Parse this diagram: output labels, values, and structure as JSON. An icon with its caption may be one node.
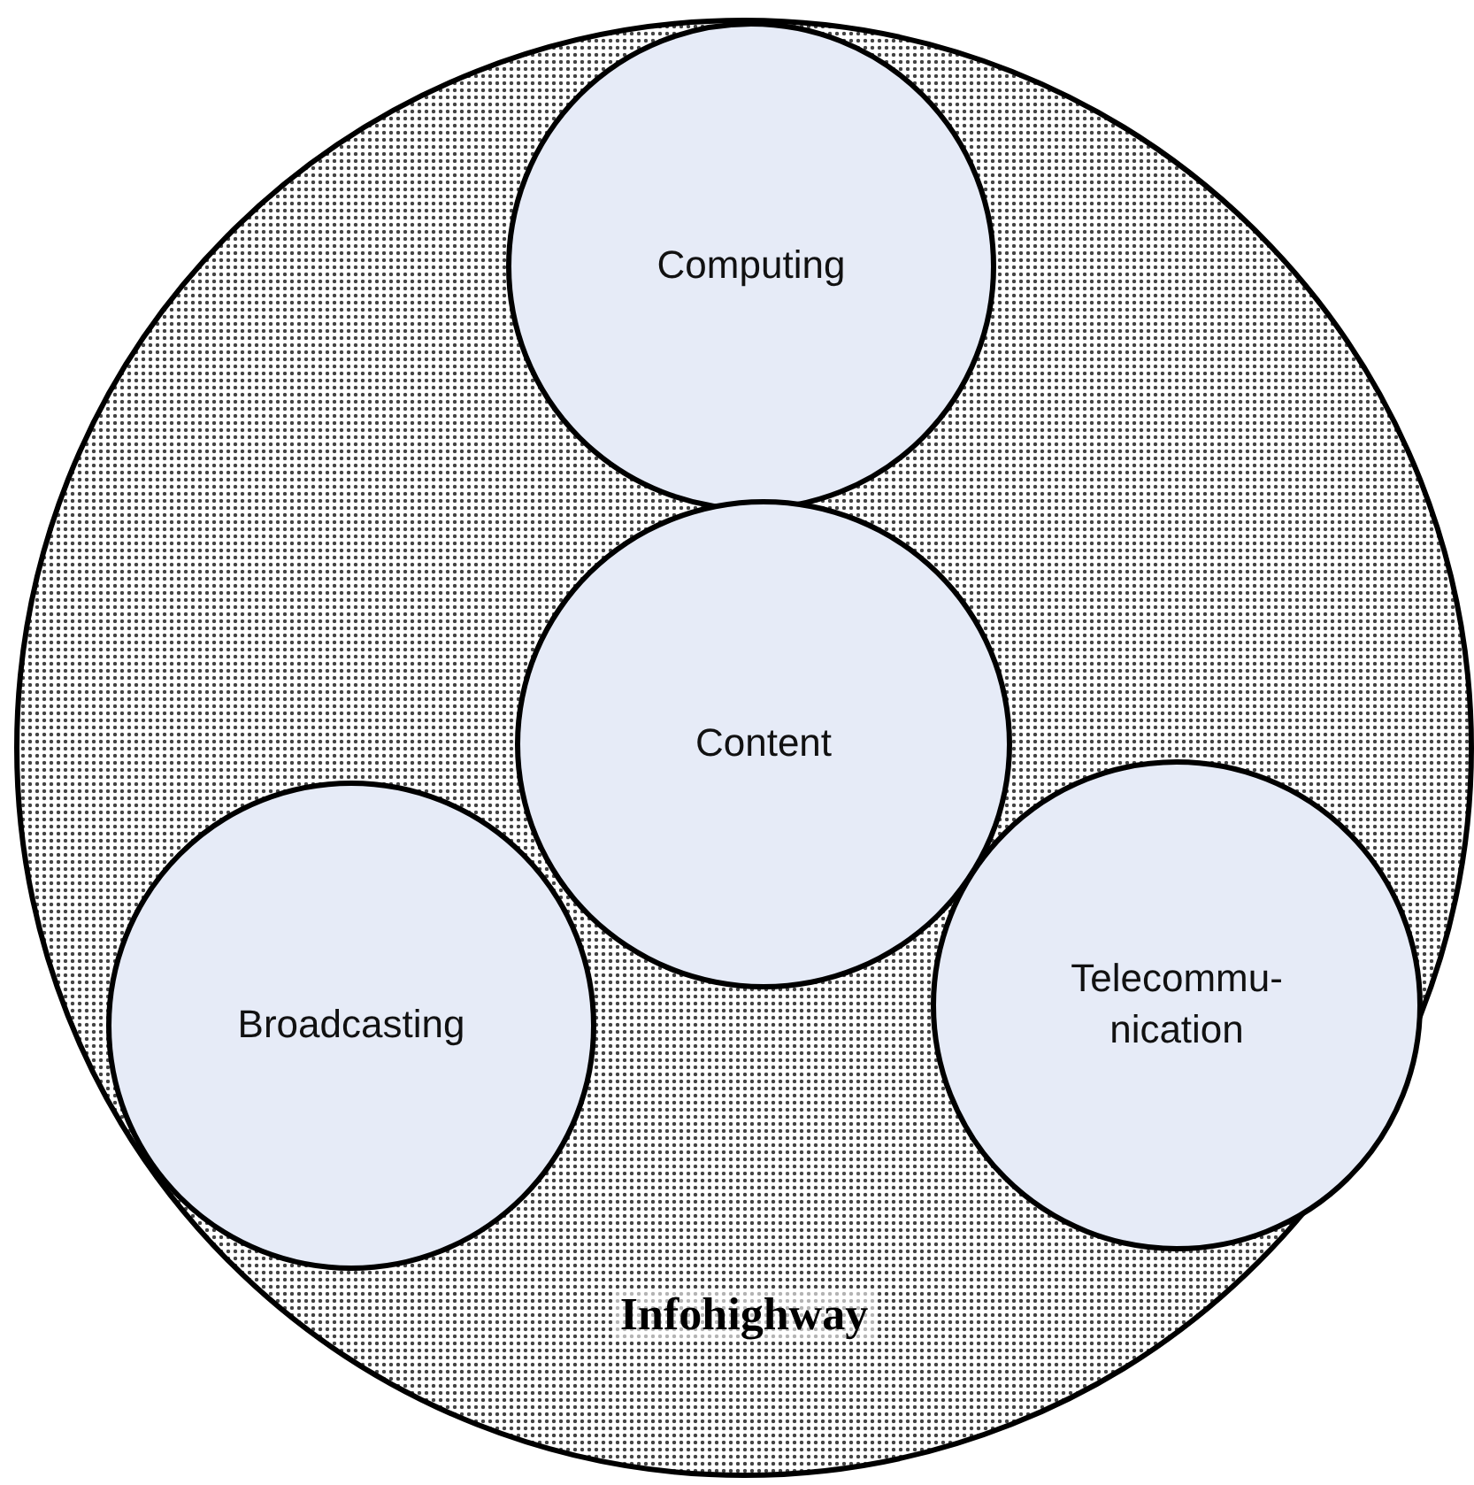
{
  "diagram": {
    "nodes": [
      {
        "text": [
          "Infohighway"
        ]
      },
      {
        "text": [
          "Computing"
        ],
        "in": 0
      },
      {
        "text": [
          "Content"
        ],
        "in": 0
      },
      {
        "text": [
          "Broadcasting"
        ],
        "in": 0
      },
      {
        "text": [
          "Telecommu- nication"
        ],
        "in": 0
      }
    ]
  }
}
